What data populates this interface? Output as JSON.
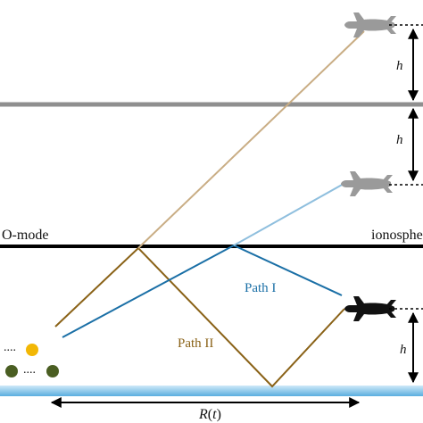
{
  "labels": {
    "omode": "O-mode",
    "ionosphere": "ionosphe",
    "path1": "Path I",
    "path2": "Path II",
    "h_top": "h",
    "h_mid": "h",
    "h_bottom": "h",
    "range_r": "R",
    "range_paren_open": "(",
    "range_t": "t",
    "range_paren_close": ")",
    "dots_top": "....",
    "dots_bottom": "...."
  },
  "colors": {
    "ionosphere_line": "#000000",
    "reflector_line": "#8f8f8f",
    "path1": "#1a6fa6",
    "path1_upper": "#8fbfde",
    "path2": "#8a6217",
    "path2_upper": "#c9ad84",
    "sea_top": "#cfe9f8",
    "sea_bottom": "#5aaedf",
    "aircraft_dark": "#111111",
    "aircraft_grey": "#9a9a9a",
    "dot_yellow": "#f2b705",
    "dot_green": "#4a5e22"
  },
  "icons": {
    "receiver_aircraft": "airplane-icon",
    "image_aircraft_1": "airplane-icon",
    "image_aircraft_2": "airplane-icon"
  }
}
